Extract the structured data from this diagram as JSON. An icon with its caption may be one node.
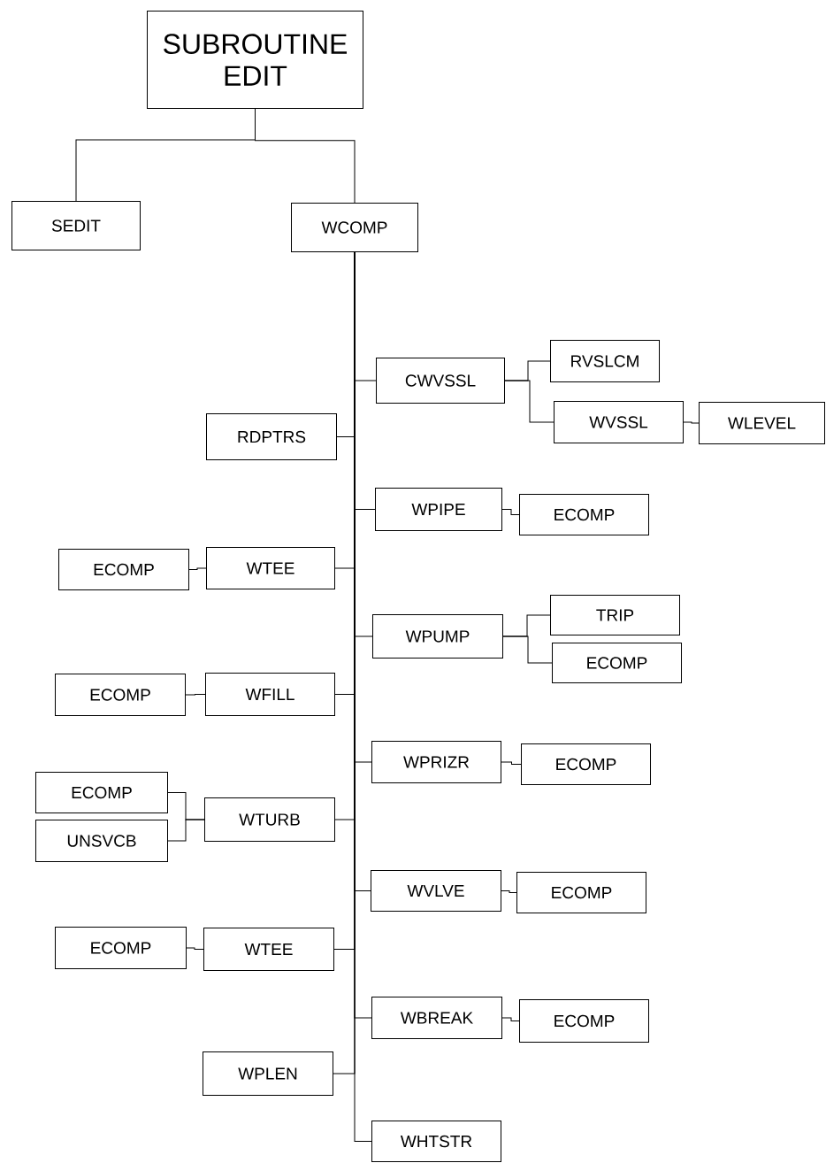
{
  "diagram": {
    "nodes": [
      {
        "text": [
          "SUBROUTINE EDIT"
        ]
      },
      {
        "text": [
          "SEDIT"
        ]
      },
      {
        "text": [
          "WCOMP"
        ]
      },
      {
        "text": [
          "CWVSSL"
        ]
      },
      {
        "text": [
          "RVSLCM"
        ]
      },
      {
        "text": [
          "WVSSL"
        ]
      },
      {
        "text": [
          "WLEVEL"
        ]
      },
      {
        "text": [
          "RDPTRS"
        ]
      },
      {
        "text": [
          "WPIPE"
        ]
      },
      {
        "text": [
          "ECOMP"
        ]
      },
      {
        "text": [
          "ECOMP"
        ]
      },
      {
        "text": [
          "WTEE"
        ]
      },
      {
        "text": [
          "WPUMP"
        ]
      },
      {
        "text": [
          "TRIP"
        ]
      },
      {
        "text": [
          "ECOMP"
        ]
      },
      {
        "text": [
          "ECOMP"
        ]
      },
      {
        "text": [
          "WFILL"
        ]
      },
      {
        "text": [
          "WPRIZR"
        ]
      },
      {
        "text": [
          "ECOMP"
        ]
      },
      {
        "text": [
          "ECOMP"
        ]
      },
      {
        "text": [
          "UNSVCB"
        ]
      },
      {
        "text": [
          "WTURB"
        ]
      },
      {
        "text": [
          "WVLVE"
        ]
      },
      {
        "text": [
          "ECOMP"
        ]
      },
      {
        "text": [
          "ECOMP"
        ]
      },
      {
        "text": [
          "WTEE"
        ]
      },
      {
        "text": [
          "WBREAK"
        ]
      },
      {
        "text": [
          "ECOMP"
        ]
      },
      {
        "text": [
          "WPLEN"
        ]
      },
      {
        "text": [
          "WHTSTR"
        ]
      }
    ],
    "edges": [
      {
        "from": 0,
        "to": 1,
        "arrow": "none"
      },
      {
        "from": 0,
        "to": 2,
        "arrow": "none"
      },
      {
        "from": 2,
        "to": 3,
        "arrow": "none"
      },
      {
        "from": 3,
        "to": 4,
        "arrow": "none"
      },
      {
        "from": 3,
        "to": 5,
        "arrow": "none"
      },
      {
        "from": 5,
        "to": 6,
        "arrow": "none"
      },
      {
        "from": 2,
        "to": 7,
        "arrow": "none"
      },
      {
        "from": 2,
        "to": 8,
        "arrow": "none"
      },
      {
        "from": 8,
        "to": 9,
        "arrow": "none"
      },
      {
        "from": 2,
        "to": 11,
        "arrow": "none"
      },
      {
        "from": 11,
        "to": 10,
        "arrow": "none"
      },
      {
        "from": 2,
        "to": 12,
        "arrow": "none"
      },
      {
        "from": 12,
        "to": 13,
        "arrow": "none"
      },
      {
        "from": 12,
        "to": 14,
        "arrow": "none"
      },
      {
        "from": 2,
        "to": 16,
        "arrow": "none"
      },
      {
        "from": 16,
        "to": 15,
        "arrow": "none"
      },
      {
        "from": 2,
        "to": 17,
        "arrow": "none"
      },
      {
        "from": 17,
        "to": 18,
        "arrow": "none"
      },
      {
        "from": 2,
        "to": 21,
        "arrow": "none"
      },
      {
        "from": 21,
        "to": 19,
        "arrow": "none"
      },
      {
        "from": 21,
        "to": 20,
        "arrow": "none"
      },
      {
        "from": 2,
        "to": 22,
        "arrow": "none"
      },
      {
        "from": 22,
        "to": 23,
        "arrow": "none"
      },
      {
        "from": 2,
        "to": 25,
        "arrow": "none"
      },
      {
        "from": 25,
        "to": 24,
        "arrow": "none"
      },
      {
        "from": 2,
        "to": 26,
        "arrow": "none"
      },
      {
        "from": 26,
        "to": 27,
        "arrow": "none"
      },
      {
        "from": 2,
        "to": 28,
        "arrow": "none"
      },
      {
        "from": 2,
        "to": 29,
        "arrow": "none"
      }
    ]
  }
}
